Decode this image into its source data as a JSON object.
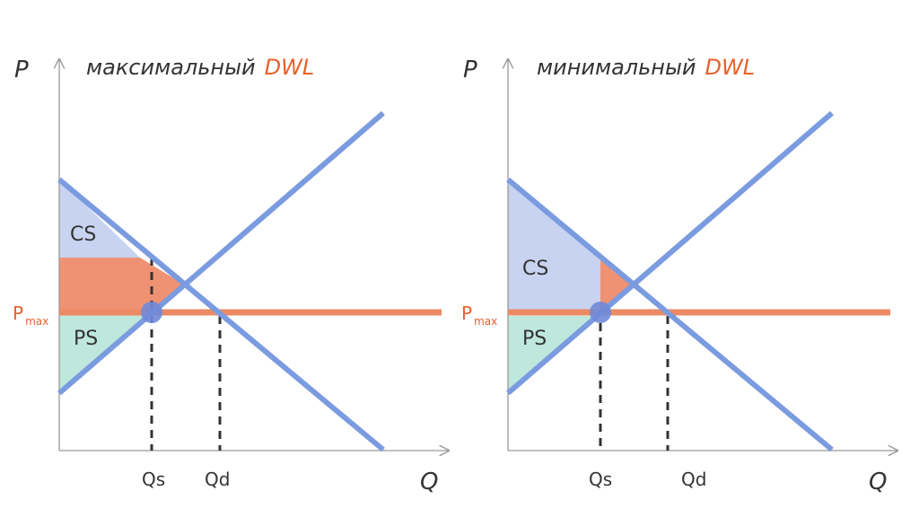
{
  "colors": {
    "curve": "#7b9be0",
    "price_cap": "#ec8a65",
    "dwl_fill": "#ef9274",
    "cs_fill": "#c7d3f0",
    "ps_fill": "#bfe8dd",
    "axis": "#999999",
    "dashed": "#333333",
    "accent_text": "#e8602c"
  },
  "panels": [
    {
      "title_prefix": "максимальный",
      "title_accent": "DWL",
      "y_axis_label": "P",
      "x_axis_label": "Q",
      "cs_label": "CS",
      "ps_label": "PS",
      "pmax_label": "P",
      "pmax_sub": "max",
      "qs_label": "Qs",
      "qd_label": "Qd"
    },
    {
      "title_prefix": "минимальный",
      "title_accent": "DWL",
      "y_axis_label": "P",
      "x_axis_label": "Q",
      "cs_label": "CS",
      "ps_label": "PS",
      "pmax_label": "P",
      "pmax_sub": "max",
      "qs_label": "Qs",
      "qd_label": "Qd"
    }
  ]
}
